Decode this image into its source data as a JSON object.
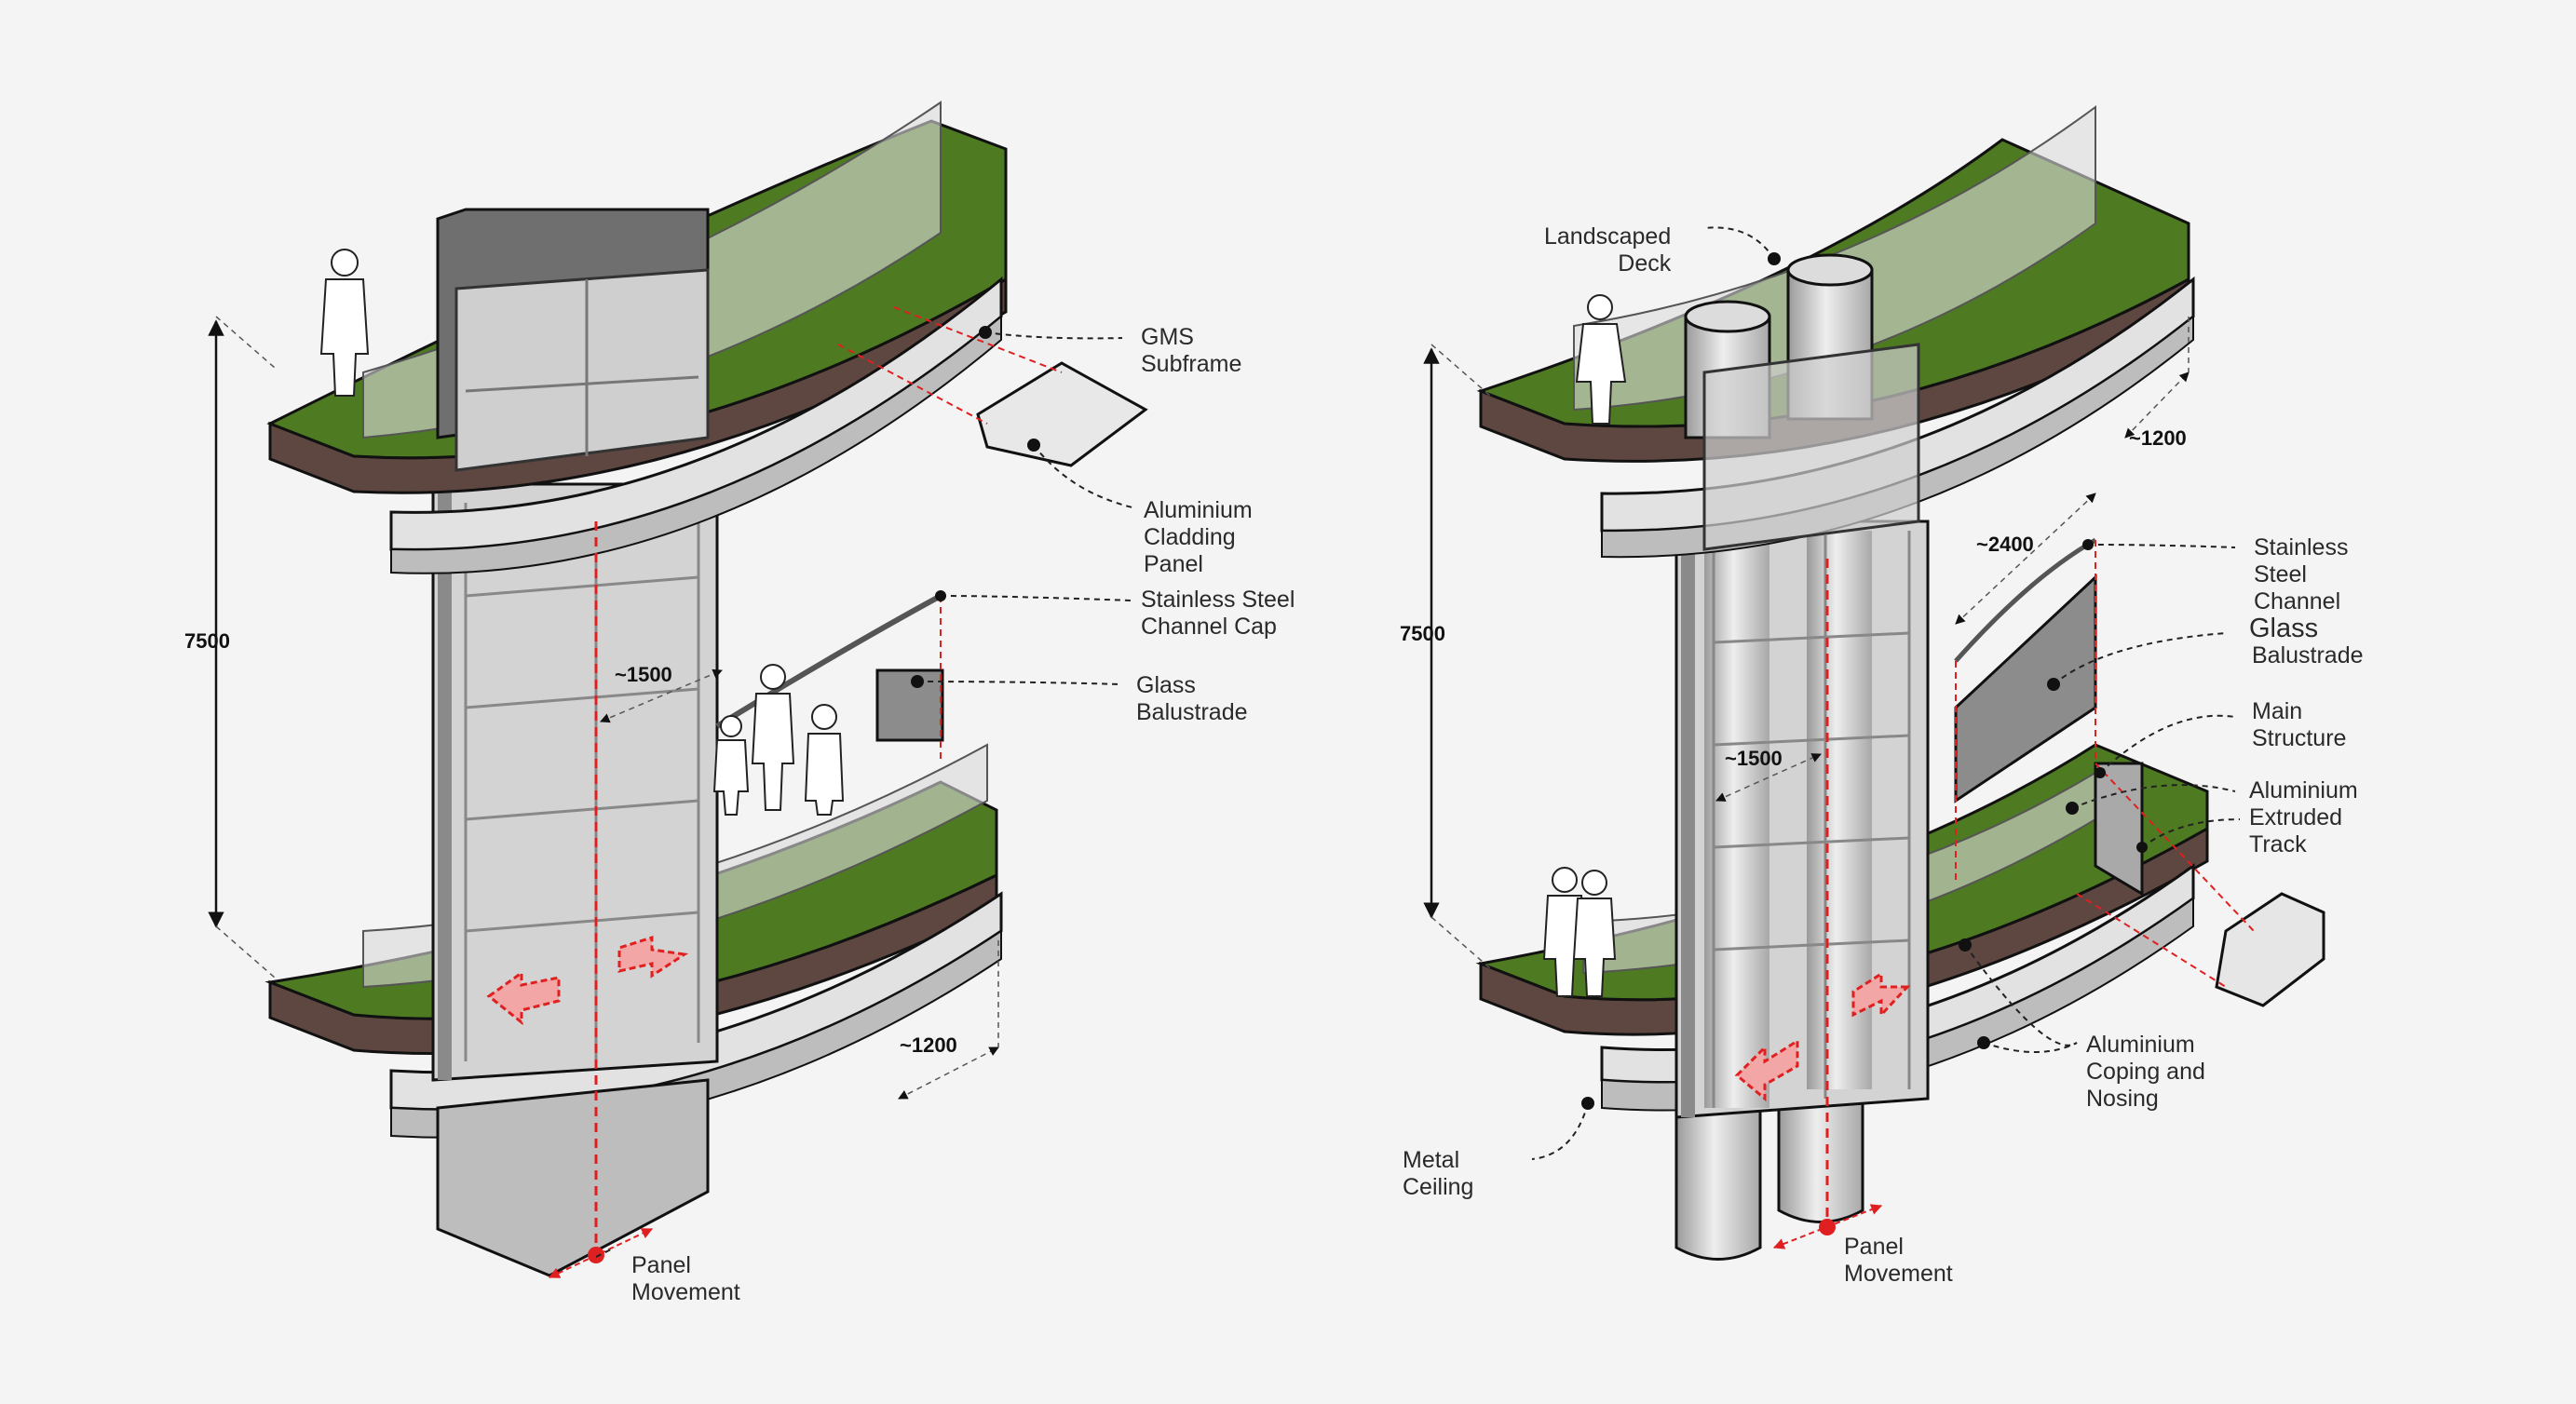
{
  "colors": {
    "background": "#f4f4f4",
    "grass": "#4e7a22",
    "movement_red": "#e02020",
    "line": "#111111",
    "glass": "#d9d9d9",
    "dark_panel": "#6f6f6f"
  },
  "left": {
    "labels": {
      "gms_subframe": "GMS\nSubframe",
      "aluminium_cladding_panel": "Aluminium\nCladding\nPanel",
      "stainless_steel_channel_cap": "Stainless Steel\nChannel Cap",
      "glass_balustrade": "Glass\nBalustrade",
      "panel_movement": "Panel\nMovement"
    },
    "dimensions": {
      "height": "7500",
      "panel_width": "~1500",
      "ledge_depth": "~1200"
    }
  },
  "right": {
    "labels": {
      "landscaped_deck": "Landscaped\nDeck",
      "stainless_steel_channel": "Stainless\nSteel\nChannel",
      "glass": "Glass",
      "balustrade": "Balustrade",
      "main_structure": "Main\nStructure",
      "aluminium_extruded_track": "Aluminium\nExtruded\nTrack",
      "aluminium_coping_and_nosing": "Aluminium\nCoping and\nNosing",
      "metal_ceiling": "Metal\nCeiling",
      "panel_movement": "Panel\nMovement"
    },
    "dimensions": {
      "height": "7500",
      "panel_width": "~1500",
      "ledge_depth": "~1200",
      "balustrade_length": "~2400"
    }
  }
}
